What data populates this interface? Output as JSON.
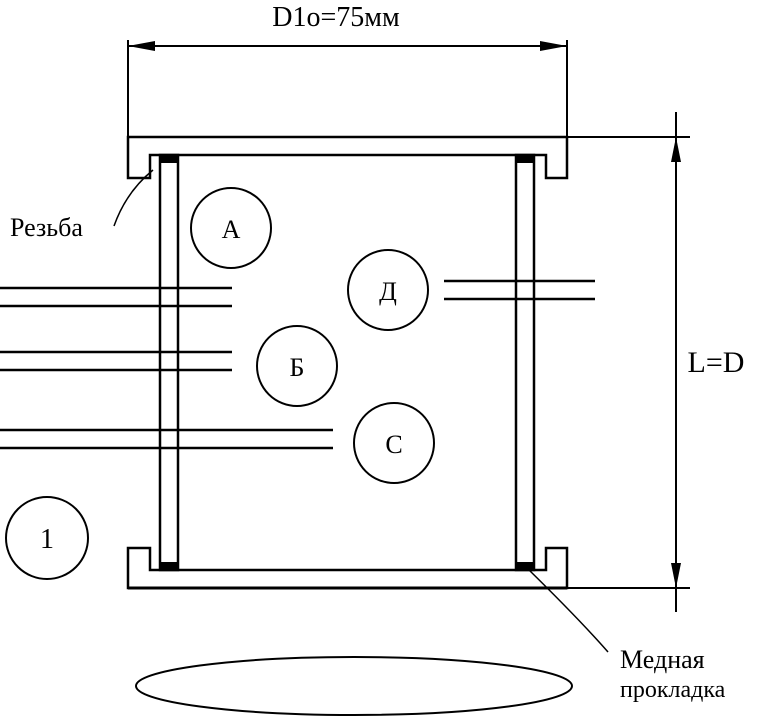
{
  "labels": {
    "diameter": "D1o=75мм",
    "length": "L=D",
    "thread": "Резьба",
    "gasket_line1": "Медная",
    "gasket_line2": "прокладка"
  },
  "markers": {
    "a": "А",
    "b": "Б",
    "c": "С",
    "d": "Д",
    "one": "1"
  },
  "colors": {
    "stroke": "#000000",
    "background": "#ffffff"
  }
}
